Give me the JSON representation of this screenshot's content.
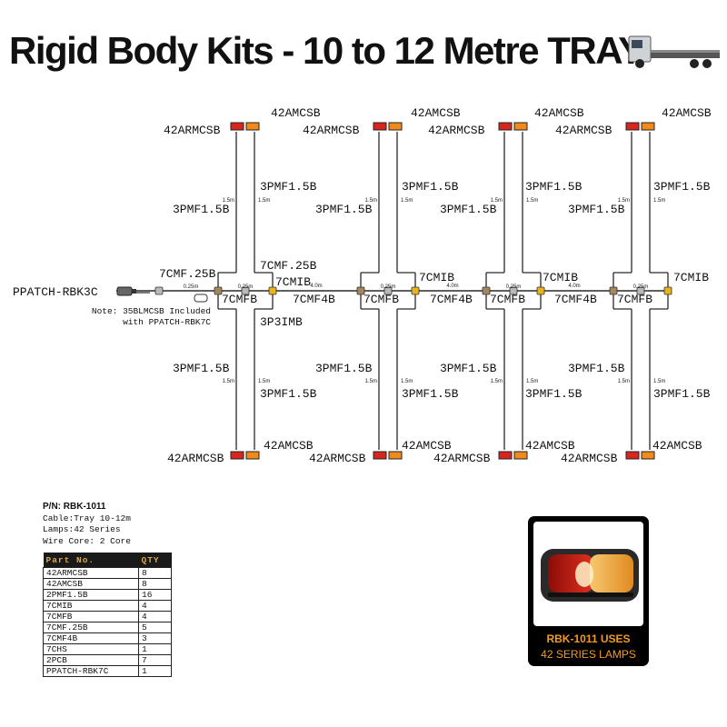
{
  "title": "Rigid Body Kits - 10 to 12 Metre TRAY",
  "icons": {
    "truck": "truck-icon",
    "red_lamp": "red-marker-lamp-icon",
    "amber_lamp": "amber-marker-lamp-icon"
  },
  "colors": {
    "red_lamp": "#d7261e",
    "amber_lamp": "#f08a1c",
    "table_header_text": "#d4a84b",
    "promo_text": "#f29a23"
  },
  "diagram": {
    "ppatch": "PPATCH-RBK3C",
    "note_line1": "Note: 35BLMCSB Included",
    "note_line2": "with PPATCH-RBK7C",
    "c_left": "7CMF.25B",
    "c_left2": "7CMF.25B",
    "p3imb": "3P3IMB",
    "lbl_cmf4b": "7CMF4B",
    "lbl_cmib": "7CMIB",
    "lbl_cmfb": "7CMFB",
    "lbl_42amcsb": "42AMCSB",
    "lbl_42armcsb": "42ARMCSB",
    "lbl_3pmf": "3PMF1.5B",
    "len_15": "1.5m",
    "len_025": "0.25m",
    "len_40": "4.0m"
  },
  "specs": {
    "pn": "P/N: RBK-1011",
    "cable": "Cable:Tray 10-12m",
    "lamps": "Lamps:42 Series",
    "wire": "Wire Core: 2 Core"
  },
  "parts_table": {
    "headers": [
      "Part No.",
      "QTY"
    ],
    "rows": [
      [
        "42ARMCSB",
        "8"
      ],
      [
        "42AMCSB",
        "8"
      ],
      [
        "2PMF1.5B",
        "16"
      ],
      [
        "7CMIB",
        "4"
      ],
      [
        "7CMFB",
        "4"
      ],
      [
        "7CMF.25B",
        "5"
      ],
      [
        "7CMF4B",
        "3"
      ],
      [
        "7CHS",
        "1"
      ],
      [
        "2PCB",
        "7"
      ],
      [
        "PPATCH-RBK7C",
        "1"
      ]
    ]
  },
  "promo": {
    "line1": "RBK-1011 USES",
    "line2": "42 SERIES LAMPS"
  }
}
